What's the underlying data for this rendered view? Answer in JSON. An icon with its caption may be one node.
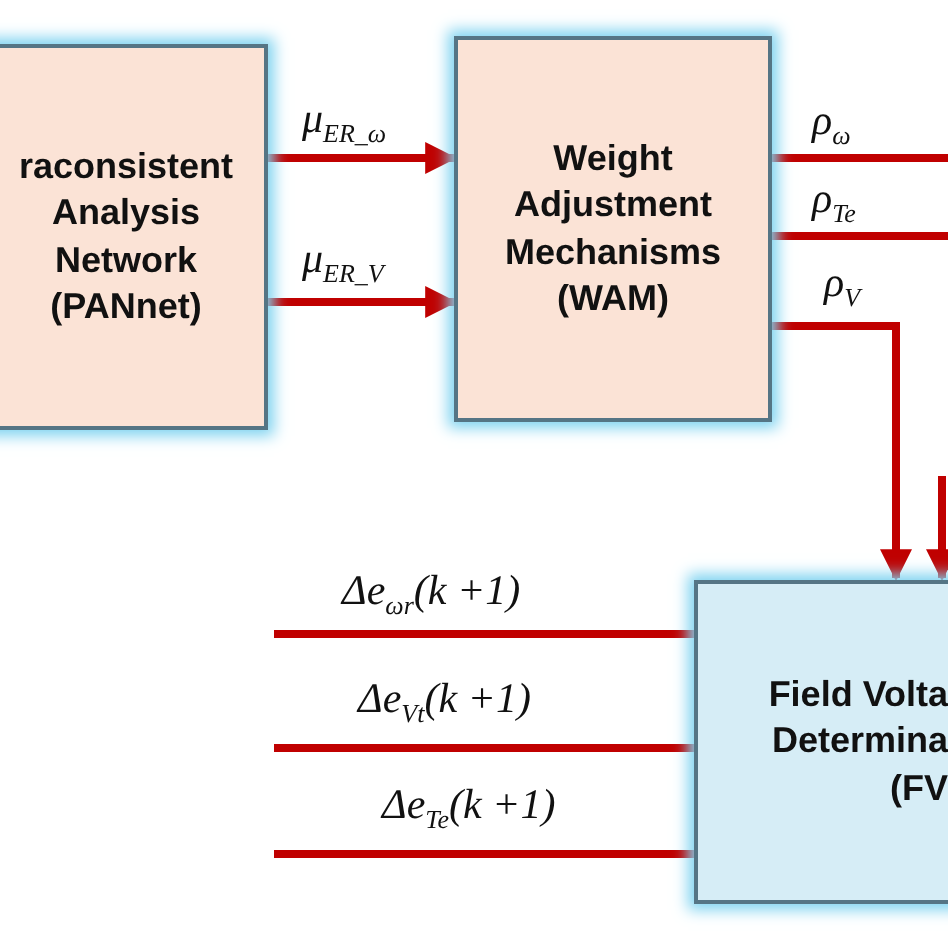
{
  "diagram": {
    "nodes": [
      {
        "text": [
          "raconsistent Analysis Network (PANnet)"
        ]
      },
      {
        "text": [
          "Weight Adjustment Mechanisms (WAM)"
        ]
      },
      {
        "text": [
          "Field Volta Determina (FV"
        ]
      }
    ],
    "edges": [
      {
        "from": 0,
        "to": 1,
        "arrow": "to",
        "label": "μ$_{ER_ω}$"
      },
      {
        "from": 0,
        "to": 1,
        "arrow": "to",
        "label": "μ$_{ER_V}$"
      },
      {
        "from": 1,
        "to": null,
        "arrow": "none",
        "label": "ρ$_{ω}$"
      },
      {
        "from": 1,
        "to": null,
        "arrow": "none",
        "label": "ρ$_{Te}$"
      },
      {
        "from": 1,
        "to": 2,
        "arrow": "to",
        "label": "ρ$_{V}$"
      },
      {
        "from": null,
        "to": 2,
        "arrow": "to"
      },
      {
        "from": null,
        "to": 2,
        "arrow": "none",
        "label": "Δe$_{ωr}$(k +1)"
      },
      {
        "from": null,
        "to": 2,
        "arrow": "none",
        "label": "Δe$_{Vt}$(k +1)"
      },
      {
        "from": null,
        "to": 2,
        "arrow": "none",
        "label": "Δe$_{Te}$(k +1)"
      }
    ]
  }
}
